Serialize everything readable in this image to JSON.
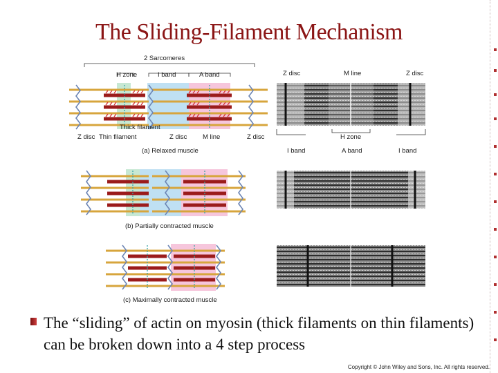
{
  "slide": {
    "title": "The Sliding-Filament Mechanism",
    "bullet": "The “sliding” of actin on myosin (thick filaments on thin filaments) can be broken down into a 4 step process",
    "copyright": "Copyright © John Wiley and Sons, Inc. All rights reserved."
  },
  "figure": {
    "labels": {
      "two_sarcomeres": "2 Sarcomeres",
      "h_zone": "H zone",
      "i_band": "I band",
      "a_band": "A band",
      "thick_filament": "Thick filament",
      "z_disc": "Z disc",
      "thin_filament": "Thin filament",
      "m_line": "M line"
    },
    "micrograph_labels": {
      "z_disc_left": "Z disc",
      "m_line": "M line",
      "z_disc_right": "Z disc",
      "i_band_left": "I band",
      "h_zone": "H zone",
      "a_band": "A band",
      "i_band_right": "I band"
    },
    "captions": {
      "a": "(a) Relaxed muscle",
      "b": "(b) Partially contracted muscle",
      "c": "(c) Maximally contracted muscle"
    },
    "colors": {
      "h_zone": "#c7e8d3",
      "i_band": "#bfe0f3",
      "a_band": "#f6c6dc",
      "thick": "#9b1b1b",
      "myosin_head": "#d7373c",
      "thin": "#d7a53c",
      "z_disc": "#6d86b5"
    }
  }
}
